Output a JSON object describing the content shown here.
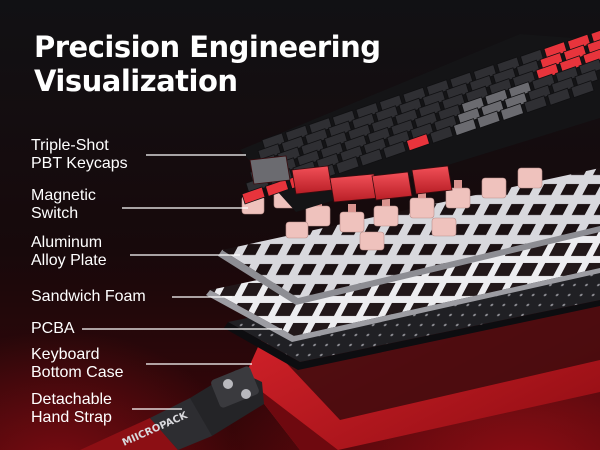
{
  "title": {
    "line1": "Precision Engineering",
    "line2": "Visualization"
  },
  "callouts": [
    {
      "line1": "Triple-Shot",
      "line2": "PBT Keycaps"
    },
    {
      "line1": "Magnetic",
      "line2": "Switch"
    },
    {
      "line1": "Aluminum",
      "line2": "Alloy Plate"
    },
    {
      "line1": "Sandwich Foam",
      "line2": ""
    },
    {
      "line1": "PCBA",
      "line2": ""
    },
    {
      "line1": "Keyboard",
      "line2": "Bottom Case"
    },
    {
      "line1": "Detachable",
      "line2": "Hand Strap"
    }
  ],
  "strap_logo": "MIICROPACK",
  "colors": {
    "accent": "#e8343c",
    "keycap_dark": "#2f2f33",
    "keycap_gray": "#6b6b70",
    "plate": "#d9d9de",
    "case": "#c4161e"
  }
}
